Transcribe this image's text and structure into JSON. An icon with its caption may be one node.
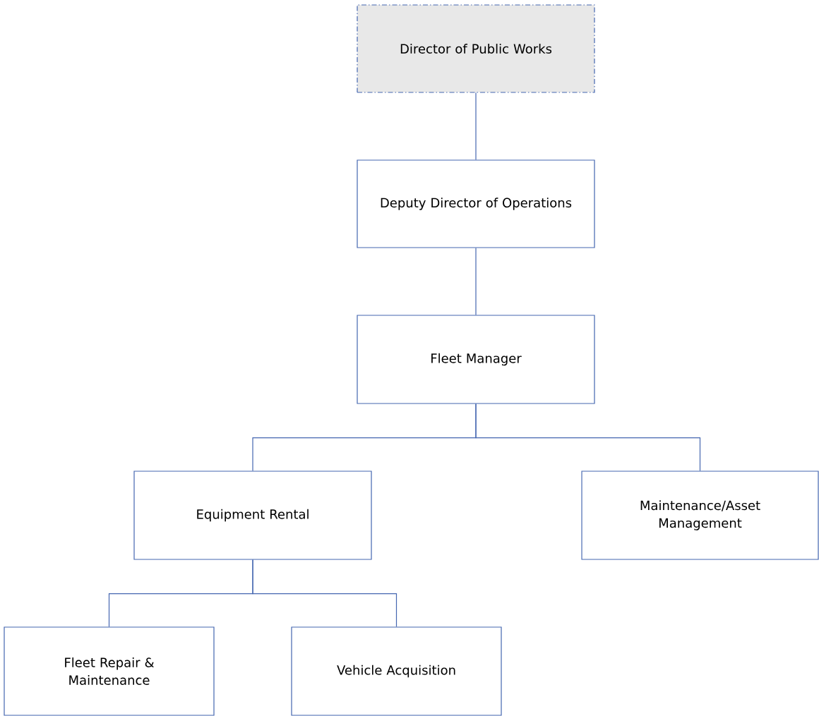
{
  "diagram": {
    "nodes": [
      {
        "text": [
          "Director of Public Works"
        ]
      },
      {
        "text": [
          "Deputy Director of Operations"
        ]
      },
      {
        "text": [
          "Fleet Manager"
        ]
      },
      {
        "text": [
          "Equipment Rental"
        ]
      },
      {
        "text": [
          "Maintenance/Asset Management"
        ]
      },
      {
        "text": [
          "Fleet Repair & Maintenance"
        ]
      },
      {
        "text": [
          "Vehicle Acquisition"
        ]
      }
    ],
    "edges": [
      {
        "from": 0,
        "to": 1,
        "arrow": "none"
      },
      {
        "from": 1,
        "to": 2,
        "arrow": "none"
      },
      {
        "from": 2,
        "to": 3,
        "arrow": "none"
      },
      {
        "from": 2,
        "to": 4,
        "arrow": "none"
      },
      {
        "from": 3,
        "to": 5,
        "arrow": "none"
      },
      {
        "from": 3,
        "to": 6,
        "arrow": "none"
      }
    ]
  }
}
